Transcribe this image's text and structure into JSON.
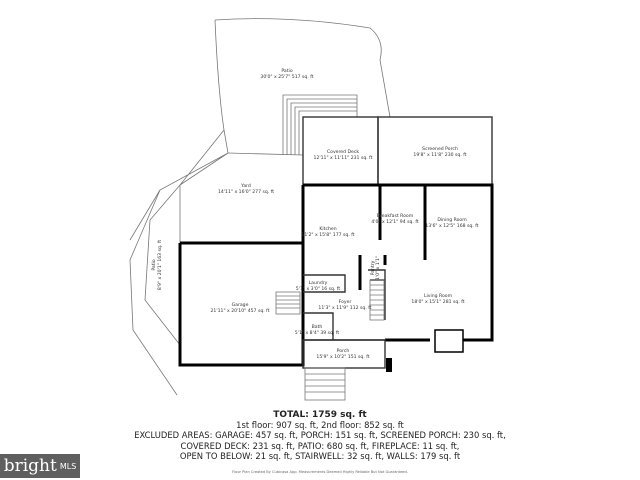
{
  "rooms": {
    "patio_top": {
      "name": "Patio",
      "size": "30'0\" x 25'7\" 517 sq. ft"
    },
    "covered_deck": {
      "name": "Covered Deck",
      "size": "12'11\" x 11'11\" 231 sq. ft"
    },
    "screened_porch": {
      "name": "Screened Porch",
      "size": "19'8\" x 11'8\" 230 sq. ft"
    },
    "yard": {
      "name": "Yard",
      "size": "14'11\" x 16'0\" 277 sq. ft"
    },
    "patio_side": {
      "name": "Patio",
      "size": "8'9\" x 20'1\" 163 sq. ft"
    },
    "kitchen": {
      "name": "Kitchen",
      "size": "11'2\" x 15'8\" 177 sq. ft"
    },
    "breakfast": {
      "name": "Breakfast Room",
      "size": "4'0\" x 12'1\" 94 sq. ft"
    },
    "dining": {
      "name": "Dining Room",
      "size": "13'6\" x 12'5\" 168 sq. ft"
    },
    "garage": {
      "name": "Garage",
      "size": "21'11\" x 20'10\" 457 sq. ft"
    },
    "laundry": {
      "name": "Laundry",
      "size": "5'1\" x 3'0\" 16 sq. ft"
    },
    "pantry": {
      "name": "Pantry",
      "size": "1'0\" x 1'1\""
    },
    "foyer": {
      "name": "Foyer",
      "size": "11'3\" x 11'9\" 112 sq. ft"
    },
    "living": {
      "name": "Living Room",
      "size": "18'0\" x 15'1\" 281 sq. ft"
    },
    "bath": {
      "name": "Bath",
      "size": "5'1\" x 8'4\" 39 sq. ft"
    },
    "porch": {
      "name": "Porch",
      "size": "15'9\" x 10'2\" 151 sq. ft"
    }
  },
  "summary": {
    "total": "TOTAL: 1759 sq. ft",
    "floors": "1st floor: 907 sq. ft, 2nd floor: 852 sq. ft",
    "excluded_1": "EXCLUDED AREAS: GARAGE: 457 sq. ft, PORCH: 151 sq. ft, SCREENED PORCH: 230 sq. ft,",
    "excluded_2": "COVERED DECK: 231 sq. ft, PATIO: 680 sq. ft, FIREPLACE: 11 sq. ft,",
    "excluded_3": "OPEN TO BELOW: 21 sq. ft, STAIRWELL: 32 sq. ft, WALLS: 179 sq. ft",
    "credit": "Floor Plan Created By Cubicasa App. Measurements Deemed Highly Reliable But Not Guaranteed."
  },
  "logo": {
    "brand": "bright",
    "suffix": "MLS",
    "color": "#5f5f5f"
  }
}
